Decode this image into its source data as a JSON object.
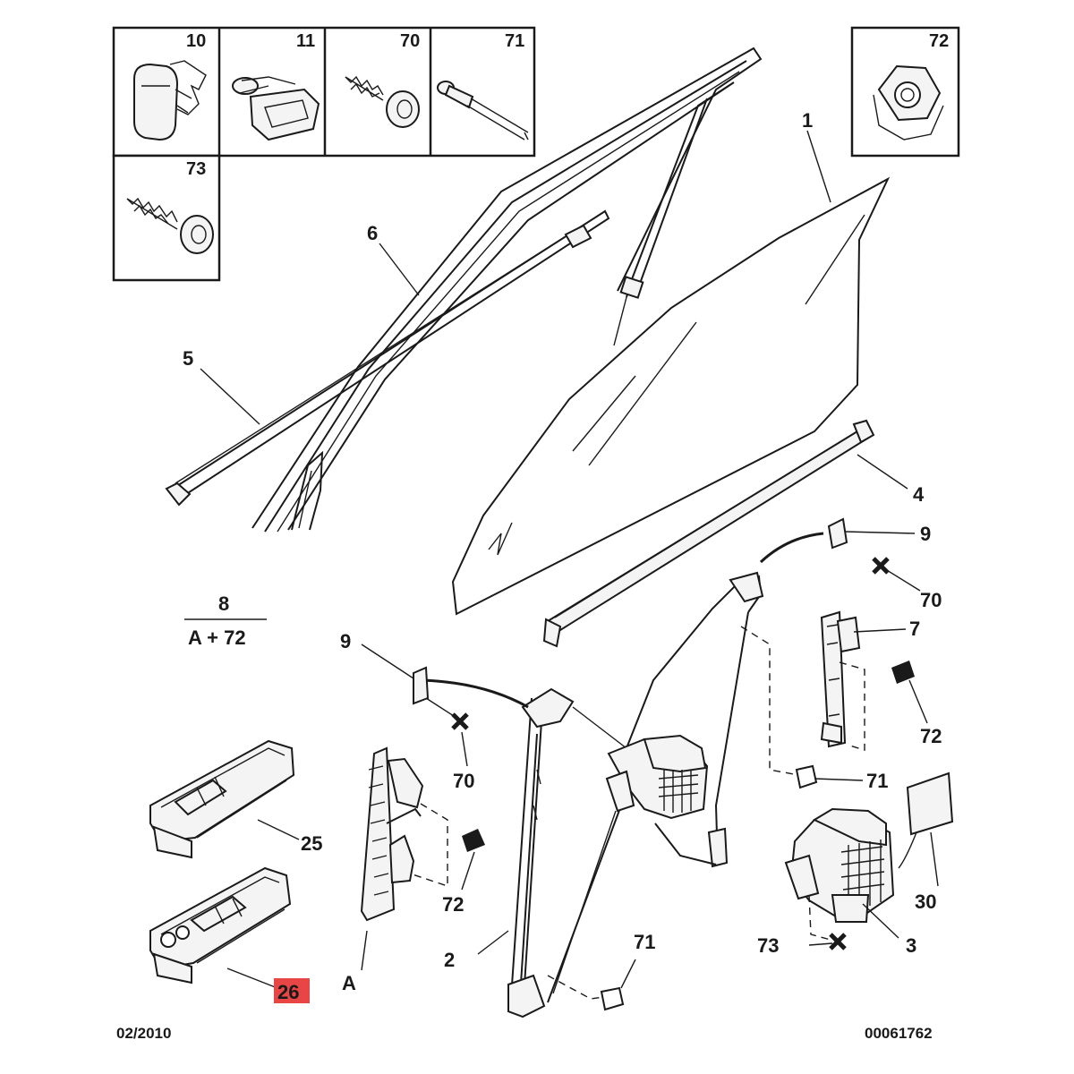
{
  "fastener_boxes": [
    "10",
    "11",
    "70",
    "71",
    "72",
    "73"
  ],
  "callouts": {
    "glass": "1",
    "left_regulator": "2",
    "motor": "3",
    "sill_seal": "4",
    "outer_strip": "5",
    "window_channel": "6",
    "rear_rail": "7",
    "kit_number": "8",
    "kit_formula": "A + 72",
    "clip_upper": "9",
    "clip_lower": "9",
    "screw_upper": "70",
    "screw_lower": "70",
    "rivet_upper": "71",
    "rivet_lower": "71",
    "nut_upper": "72",
    "nut_lower": "72",
    "motor_screw": "73",
    "switch_small": "25",
    "switch_large": "26",
    "pad": "30",
    "regulator_a": "A"
  },
  "highlight": {
    "part": "26",
    "color": "#e84545"
  },
  "footer": {
    "date": "02/2010",
    "reference": "00061762"
  }
}
